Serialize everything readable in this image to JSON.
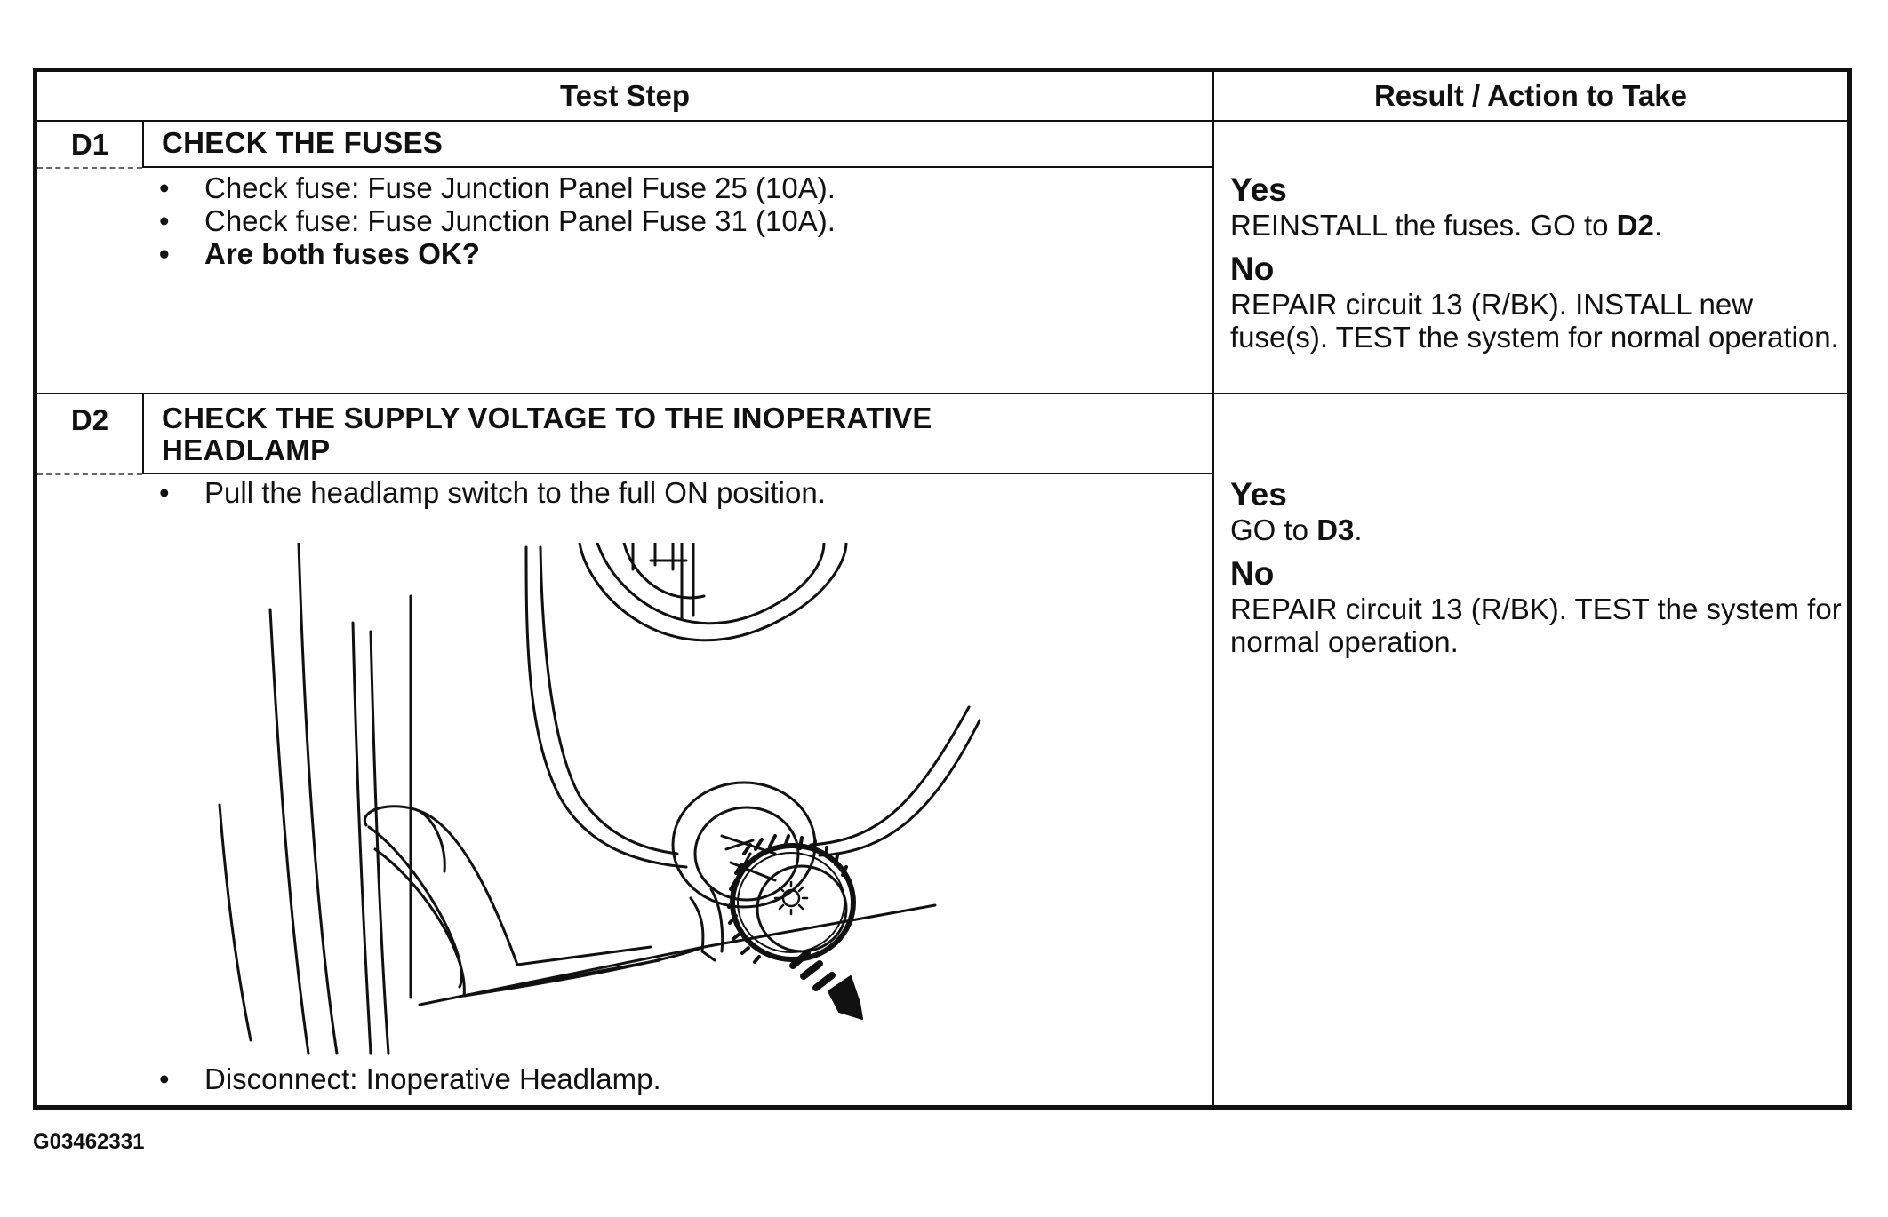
{
  "table": {
    "header": {
      "test_step": "Test Step",
      "result_action": "Result / Action to Take"
    },
    "steps": [
      {
        "id": "D1",
        "title": "CHECK THE FUSES",
        "items": [
          "Check fuse: Fuse Junction Panel Fuse 25 (10A).",
          "Check fuse: Fuse Junction Panel Fuse 31 (10A)."
        ],
        "question": "Are both fuses OK?",
        "yes_label": "Yes",
        "yes_text": "REINSTALL the fuses. GO to ",
        "yes_ref": "D2",
        "yes_tail": ".",
        "no_label": "No",
        "no_text": "REPAIR circuit 13 (R/BK). INSTALL new fuse(s). TEST the system for normal operation."
      },
      {
        "id": "D2",
        "title_line1": "CHECK THE SUPPLY VOLTAGE TO THE INOPERATIVE",
        "title_line2": "HEADLAMP",
        "items": [
          "Pull the headlamp switch to the full ON position.",
          "Disconnect: Inoperative Headlamp."
        ],
        "yes_label": "Yes",
        "yes_text": "GO to ",
        "yes_ref": "D3",
        "yes_tail": ".",
        "no_label": "No",
        "no_text": "REPAIR circuit 13 (R/BK). TEST the system for normal operation."
      }
    ]
  },
  "figure_code": "G03462331"
}
